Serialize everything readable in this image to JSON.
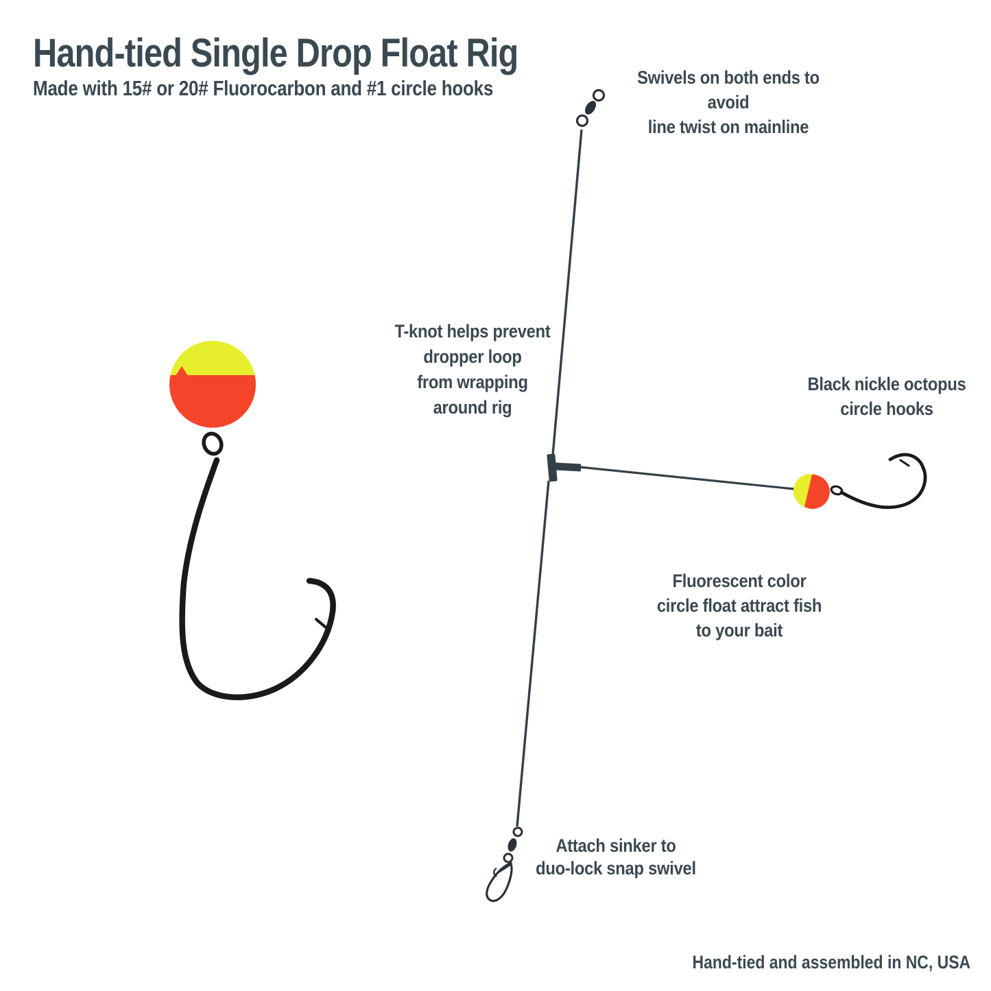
{
  "page": {
    "background": "#ffffff"
  },
  "header": {
    "title": "Hand-tied Single Drop Float Rig",
    "subtitle": "Made with 15# or 20# Fluorocarbon and #1 circle hooks"
  },
  "annotations": {
    "swivels": "Swivels on both ends to avoid\nline twist on mainline",
    "t_knot": "T-knot helps prevent\ndropper loop\nfrom wrapping\naround rig",
    "hooks": "Black nickle octopus\ncircle hooks",
    "float": "Fluorescent color\ncircle float attract fish\nto your bait",
    "sinker": "Attach sinker to\nduo-lock snap swivel"
  },
  "footer": {
    "text": "Hand-tied and assembled in NC, USA"
  },
  "colors": {
    "text": "#3a4952",
    "line": "#334049",
    "float_yellow": "#e7ee2c",
    "float_red": "#f4452a",
    "hook_black": "#1a1a1a",
    "swivel_dark": "#2b3238"
  },
  "diagram": {
    "parts": [
      "barrel swivel (top)",
      "mainline",
      "T-knot",
      "dropper line",
      "large foam float with circle hook",
      "small foam float with circle hook",
      "duo-lock snap swivel (bottom)"
    ]
  }
}
